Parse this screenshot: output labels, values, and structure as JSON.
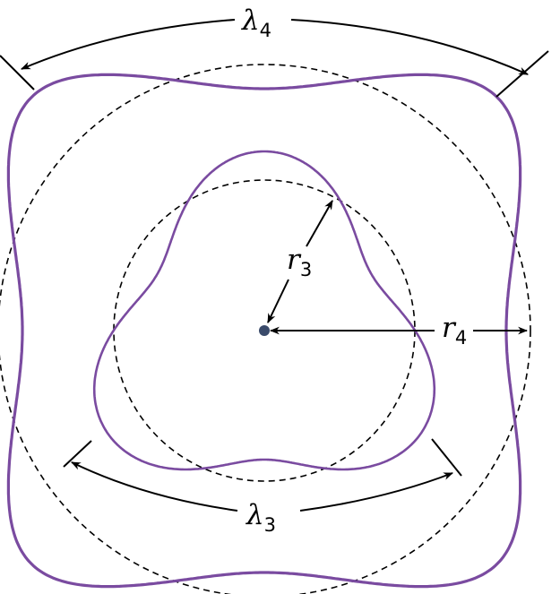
{
  "colors": {
    "wave": "#7a4ba0",
    "line": "#000000",
    "dashed": "#000000",
    "center_dot": "#3a4a6a",
    "background": "#ffffff"
  },
  "labels": {
    "lambda4": {
      "symbol": "λ",
      "subscript": "4"
    },
    "lambda3": {
      "symbol": "λ",
      "subscript": "3"
    },
    "r3": {
      "symbol": "r",
      "subscript": "3"
    },
    "r4": {
      "symbol": "r",
      "subscript": "4"
    }
  },
  "diagram": {
    "outer_wave_lobes": 4,
    "inner_wave_lobes": 3
  }
}
